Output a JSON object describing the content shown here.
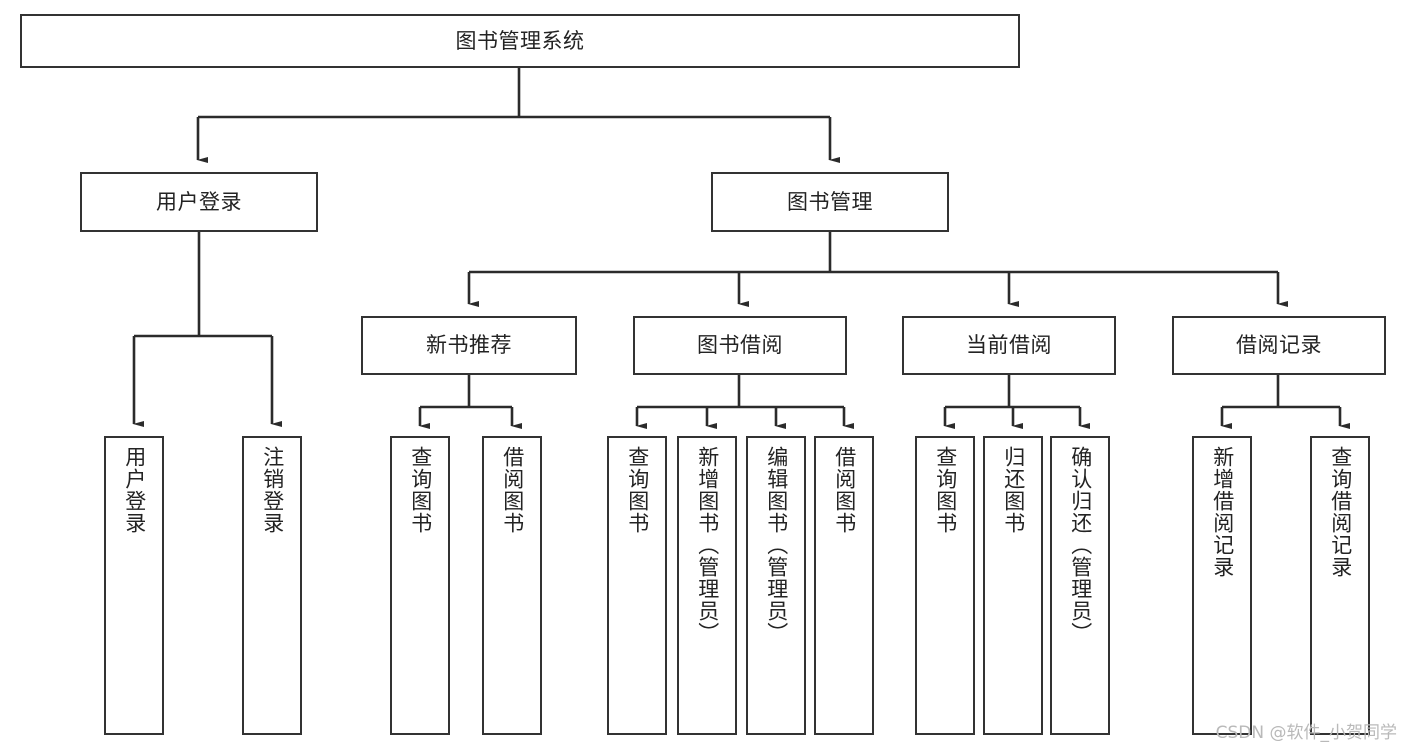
{
  "diagram": {
    "type": "tree",
    "title": "图书管理系统",
    "root": {
      "label": "图书管理系统"
    },
    "level2": [
      {
        "label": "用户登录"
      },
      {
        "label": "图书管理"
      }
    ],
    "level3": [
      {
        "label": "新书推荐"
      },
      {
        "label": "图书借阅"
      },
      {
        "label": "当前借阅"
      },
      {
        "label": "借阅记录"
      }
    ],
    "leaves": {
      "user_login": [
        {
          "label": "用户登录"
        },
        {
          "label": "注销登录"
        }
      ],
      "new_book_recommend": [
        {
          "label": "查询图书"
        },
        {
          "label": "借阅图书"
        }
      ],
      "book_borrow": [
        {
          "label": "查询图书"
        },
        {
          "label": "新增图书（管理员）"
        },
        {
          "label": "编辑图书（管理员）"
        },
        {
          "label": "借阅图书"
        }
      ],
      "current_borrow": [
        {
          "label": "查询图书"
        },
        {
          "label": "归还图书"
        },
        {
          "label": "确认归还（管理员）"
        }
      ],
      "borrow_record": [
        {
          "label": "新增借阅记录"
        },
        {
          "label": "查询借阅记录"
        }
      ]
    }
  },
  "watermark": {
    "text": "CSDN @软件_小贺同学"
  },
  "colors": {
    "stroke": "#333333",
    "background": "#ffffff",
    "text": "#232323",
    "watermark": "#b9b9b9"
  }
}
